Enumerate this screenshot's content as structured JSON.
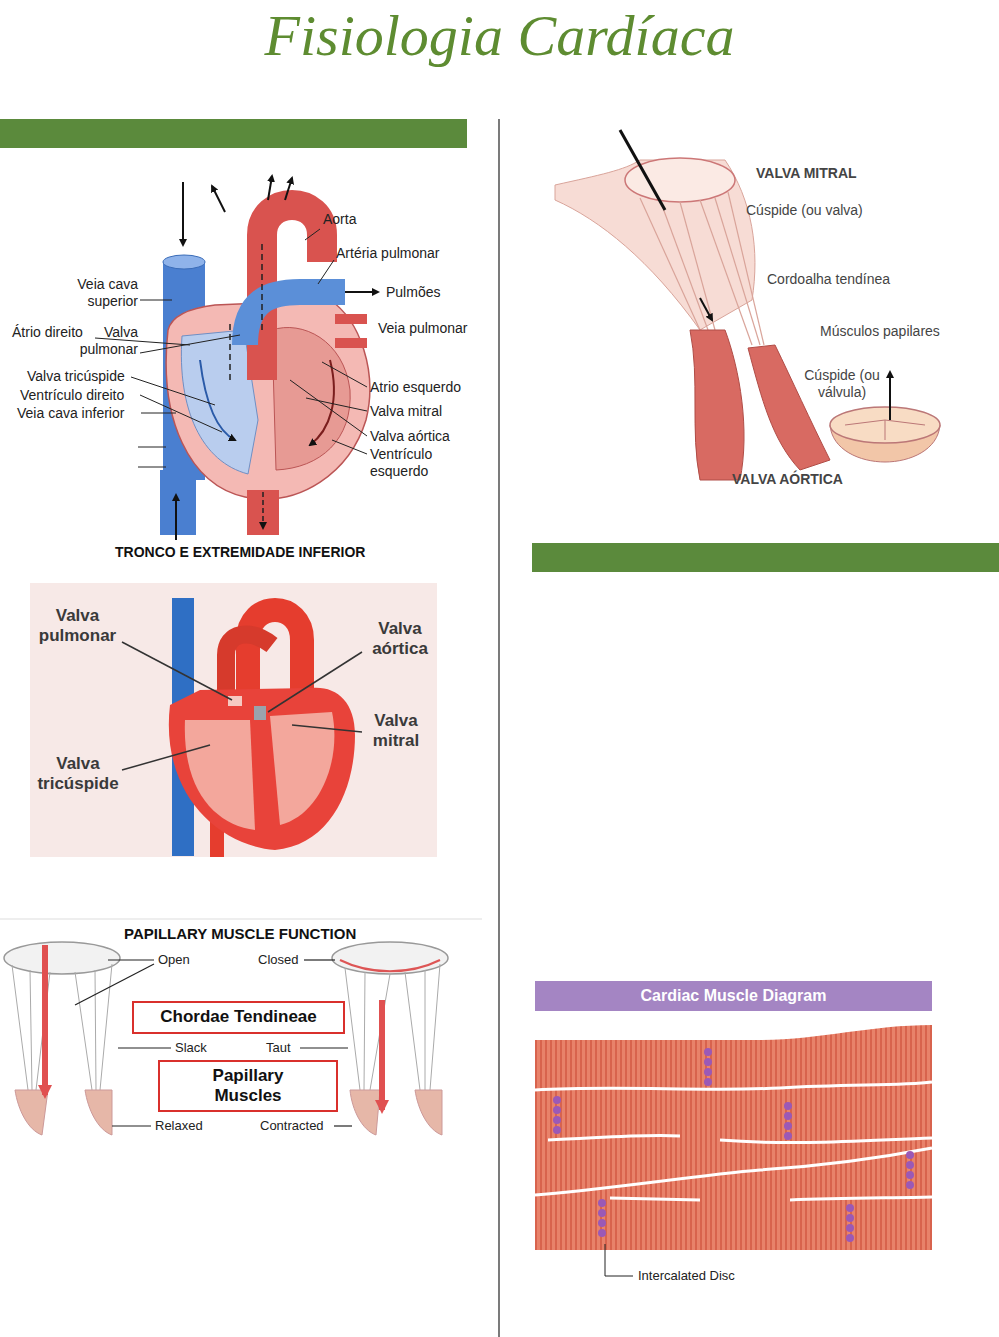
{
  "diagram": {
    "title": "Fisiologia Cardíaca",
    "nodes": [
      {
        "text": [
          "Chordae Tendineae"
        ]
      },
      {
        "text": [
          "Papillary Muscles"
        ]
      },
      {
        "text": [
          "Cardiac Muscle Diagram"
        ]
      }
    ],
    "labels": [
      "Aorta",
      "Artéria pulmonar",
      "Veia cava superior",
      "Pulmões",
      "Átrio direito",
      "Valva pulmonar",
      "Veia pulmonar",
      "Valva tricúspide",
      "Ventrículo direito",
      "Veia cava inferior",
      "Atrio esquerdo",
      "Valva mitral",
      "Valva aórtica",
      "Ventrículo esquerdo",
      "TRONCO E EXTREMIDADE INFERIOR",
      "Valva pulmonar",
      "Valva aórtica",
      "Valva mitral",
      "Valva tricúspide",
      "VALVA MITRAL",
      "Cúspide (ou valva)",
      "Cordoalha tendínea",
      "Músculos papilares",
      "Cúspide (ou válvula)",
      "VALVA AÓRTICA",
      "PAPILLARY MUSCLE FUNCTION",
      "Open",
      "Closed",
      "Slack",
      "Taut",
      "Relaxed",
      "Contracted",
      "Intercalated Disc"
    ]
  }
}
